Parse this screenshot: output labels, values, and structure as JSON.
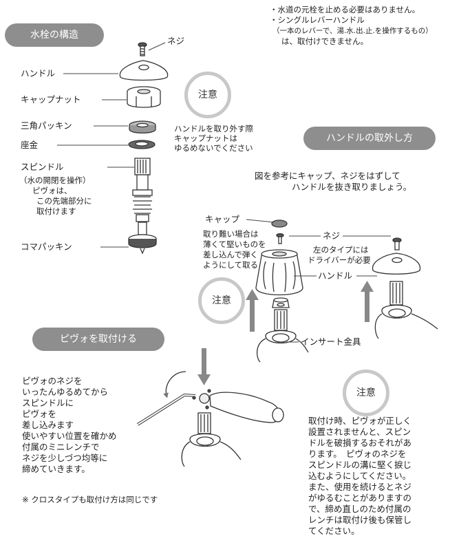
{
  "top_notes": {
    "line1": "・水道の元栓を止める必要はありません。",
    "line2": "・シングルレバーハンドル",
    "line3": "（一本のレバーで、湯.水.出.止.を操作するもの）",
    "line4": "は、取付けできません。"
  },
  "sections": {
    "structure": "水栓の構造",
    "remove": "ハンドルの取外し方",
    "attach": "ピヴォを取付ける"
  },
  "structure_parts": {
    "screw": "ネジ",
    "handle": "ハンドル",
    "cap_nut": "キャップナット",
    "triangle_packing": "三角パッキン",
    "washer": "座金",
    "spindle": "スピンドル",
    "spindle_note1": "（水の開閉を操作）",
    "spindle_note2": "ピヴォは、",
    "spindle_note3": "この先端部分に",
    "spindle_note4": "取付けます",
    "koma_packing": "コマパッキン"
  },
  "caution_word": "注意",
  "caution1": {
    "line1": "ハンドルを取り外す際",
    "line2": "キャップナットは",
    "line3": "ゆるめないでください"
  },
  "remove_instruction": {
    "line1": "図を参考にキャップ、ネジをはずして",
    "line2": "ハンドルを抜き取りましょう。"
  },
  "remove_parts": {
    "cap": "キャップ",
    "screw": "ネジ",
    "handle": "ハンドル",
    "insert": "インサート金具"
  },
  "hard_note": {
    "line1": "取り難い場合は",
    "line2": "薄くて堅いものを",
    "line3": "差し込んで弾く",
    "line4": "ようにして取る"
  },
  "left_type": {
    "line1": "左のタイプには",
    "line2": "ドライバーが必要"
  },
  "attach_steps": {
    "line1": "ピヴォのネジを",
    "line2": "いったんゆるめてから",
    "line3": "スピンドルに",
    "line4": "ピヴォを",
    "line5": "差し込みます",
    "line6": "使いやすい位置を確かめ",
    "line7": "付属のミニレンチで",
    "line8": "ネジを少しづつ均等に",
    "line9": "締めていきます。"
  },
  "cross_note": "※ クロスタイプも取付け方は同じです",
  "caution3": {
    "line1": "取付け時、ピヴォが正しく",
    "line2": "設置されませんと、スピン",
    "line3": "ドルを破損するおそれがあ",
    "line4": "ります。　ピヴォのネジを",
    "line5": "スピンドルの溝に堅く捩じ",
    "line6": "込むようにしてください。",
    "line7": "また、使用を続けるとネジ",
    "line8": "がゆるむことがありますの",
    "line9": "で、締め直しのため付属の",
    "line10": "レンチは取付け後も保管し",
    "line11": "てください。"
  }
}
